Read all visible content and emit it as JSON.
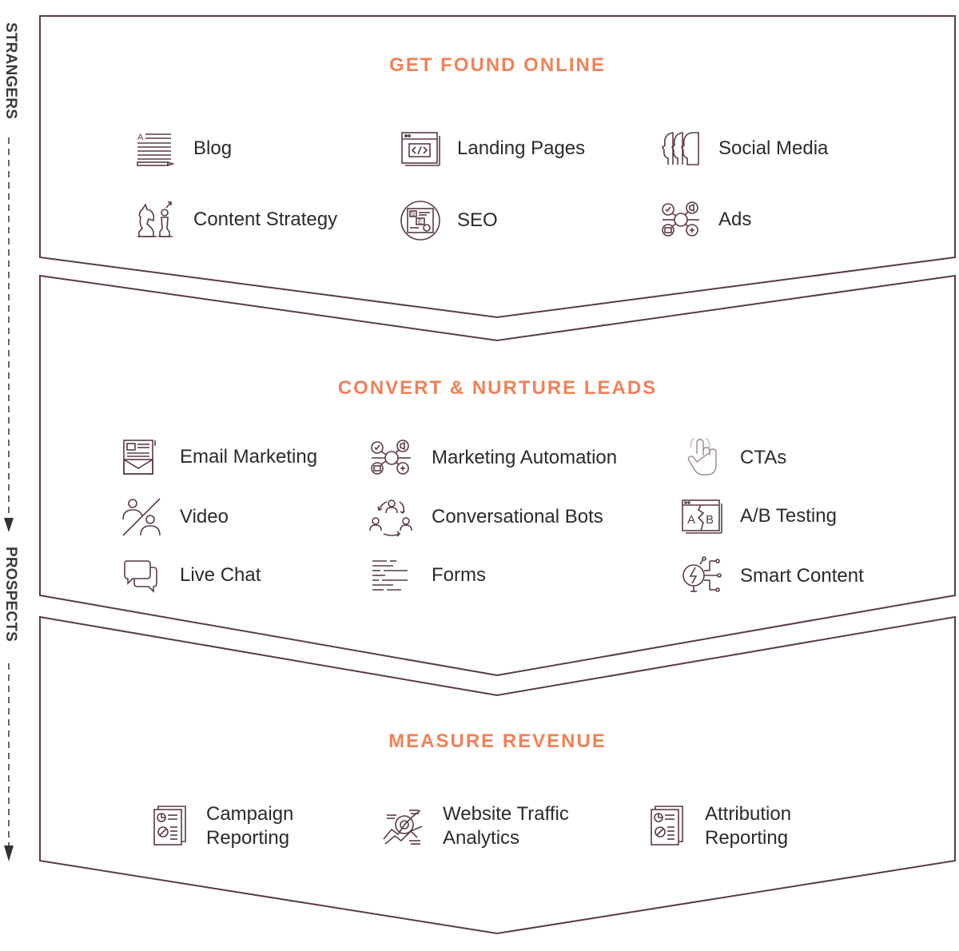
{
  "side": {
    "top_label": "STRANGERS",
    "bottom_label": "PROSPECTS"
  },
  "colors": {
    "title": "#f08156",
    "outline": "#5a3a48",
    "icon": "#5a3a48",
    "text": "#2b2b2b"
  },
  "stages": [
    {
      "title": "GET FOUND ONLINE",
      "items": [
        {
          "label": "Blog",
          "icon": "blog-icon"
        },
        {
          "label": "Landing Pages",
          "icon": "landing-pages-icon"
        },
        {
          "label": "Social Media",
          "icon": "social-media-icon"
        },
        {
          "label": "Content Strategy",
          "icon": "content-strategy-icon"
        },
        {
          "label": "SEO",
          "icon": "seo-icon"
        },
        {
          "label": "Ads",
          "icon": "ads-icon"
        }
      ]
    },
    {
      "title": "CONVERT & NURTURE LEADS",
      "items": [
        {
          "label": "Email Marketing",
          "icon": "email-marketing-icon"
        },
        {
          "label": "Marketing Automation",
          "icon": "marketing-automation-icon"
        },
        {
          "label": "CTAs",
          "icon": "cta-icon"
        },
        {
          "label": "Video",
          "icon": "video-icon"
        },
        {
          "label": "Conversational Bots",
          "icon": "bots-icon"
        },
        {
          "label": "A/B Testing",
          "icon": "ab-testing-icon"
        },
        {
          "label": "Live Chat",
          "icon": "live-chat-icon"
        },
        {
          "label": "Forms",
          "icon": "forms-icon"
        },
        {
          "label": "Smart Content",
          "icon": "smart-content-icon"
        }
      ]
    },
    {
      "title": "MEASURE REVENUE",
      "items": [
        {
          "label": "Campaign Reporting",
          "icon": "report-icon"
        },
        {
          "label": "Website Traffic Analytics",
          "icon": "analytics-icon"
        },
        {
          "label": "Attribution Reporting",
          "icon": "report-icon"
        }
      ]
    }
  ]
}
